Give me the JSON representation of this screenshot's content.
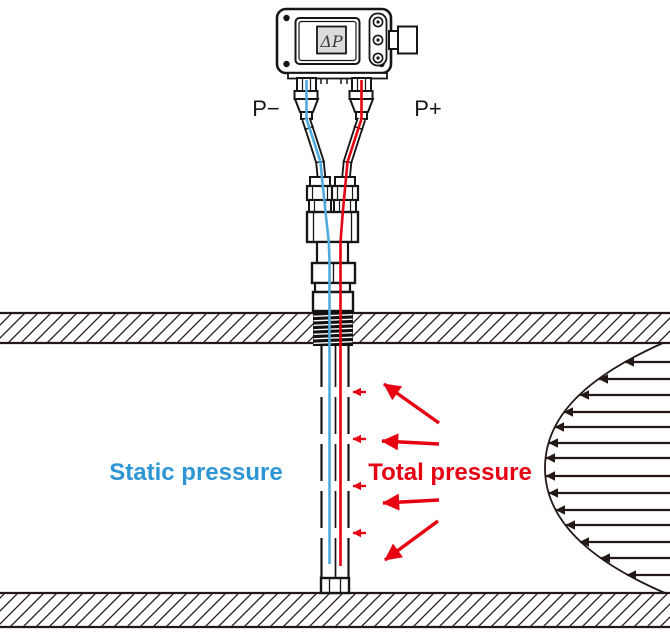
{
  "diagram": {
    "labels": {
      "display": "ΔP",
      "port_minus": "P−",
      "port_plus": "P+",
      "static_pressure": "Static pressure",
      "total_pressure": "Total pressure"
    },
    "colors": {
      "static_blue_text": "#2e96d5",
      "static_line": "#4fabdf",
      "total_red": "#e60012",
      "linework_dark": "#231815"
    },
    "probe": {
      "sensing_ports": 4
    },
    "velocity_profile": {
      "arrow_count": 14
    }
  }
}
